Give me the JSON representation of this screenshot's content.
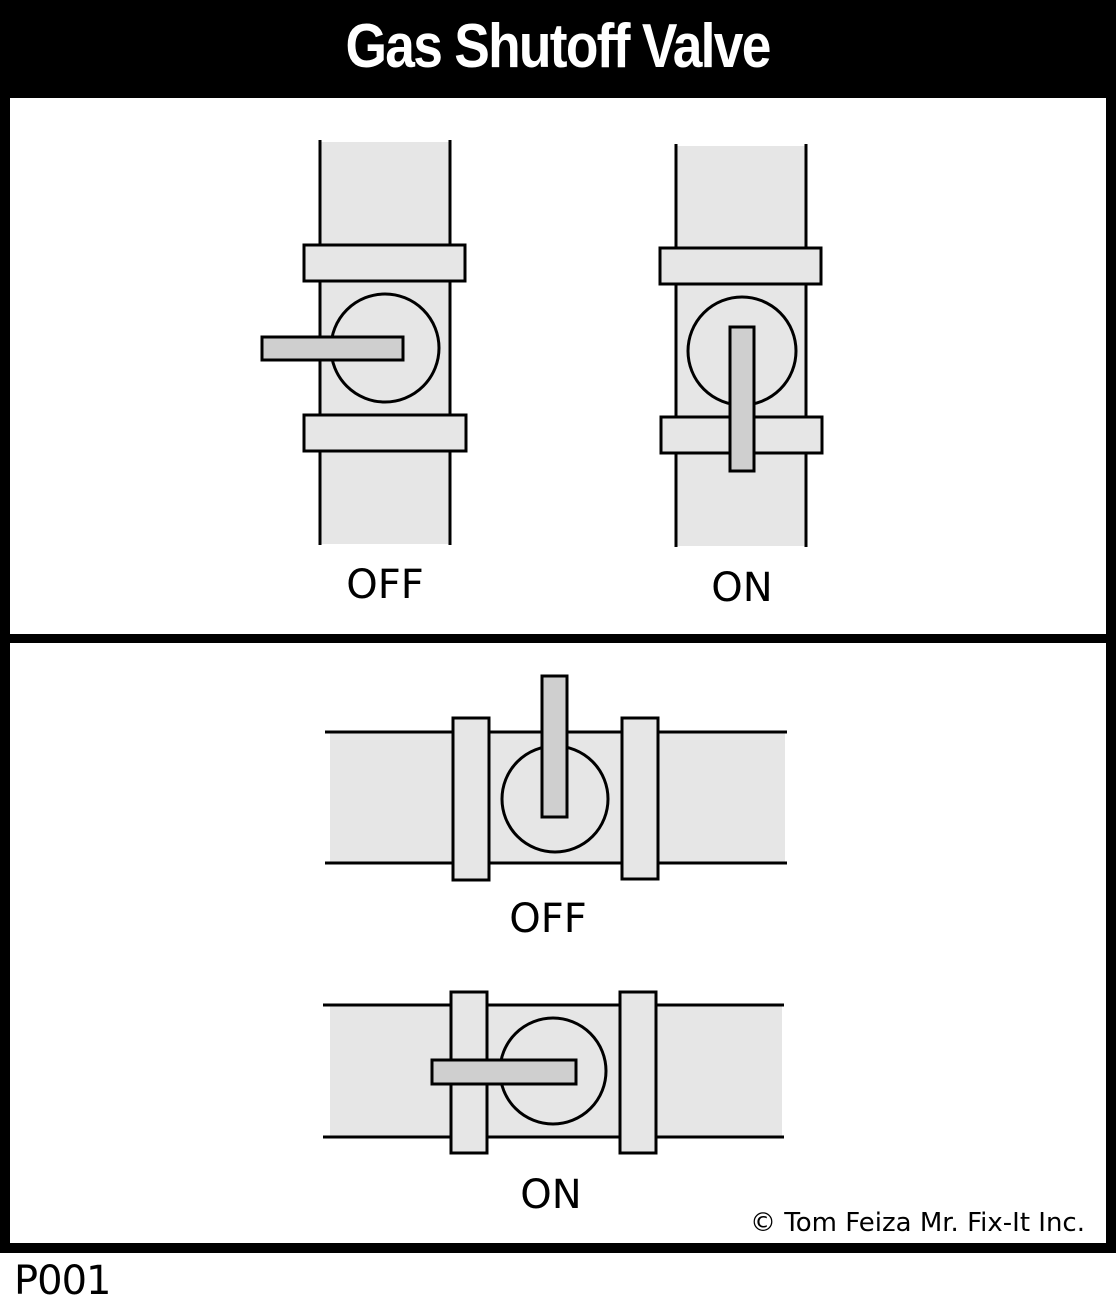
{
  "title": "Gas Shutoff Valve",
  "panels": {
    "vertical": {
      "off_label": "OFF",
      "on_label": "ON"
    },
    "horizontal": {
      "off_label": "OFF",
      "on_label": "ON"
    }
  },
  "credit": "© Tom Feiza Mr. Fix-It Inc.",
  "code": "P001",
  "colors": {
    "pipe_fill": "#e6e6e6",
    "handle_fill": "#cfcfcf",
    "line": "#000000",
    "header_bg": "#000000"
  }
}
